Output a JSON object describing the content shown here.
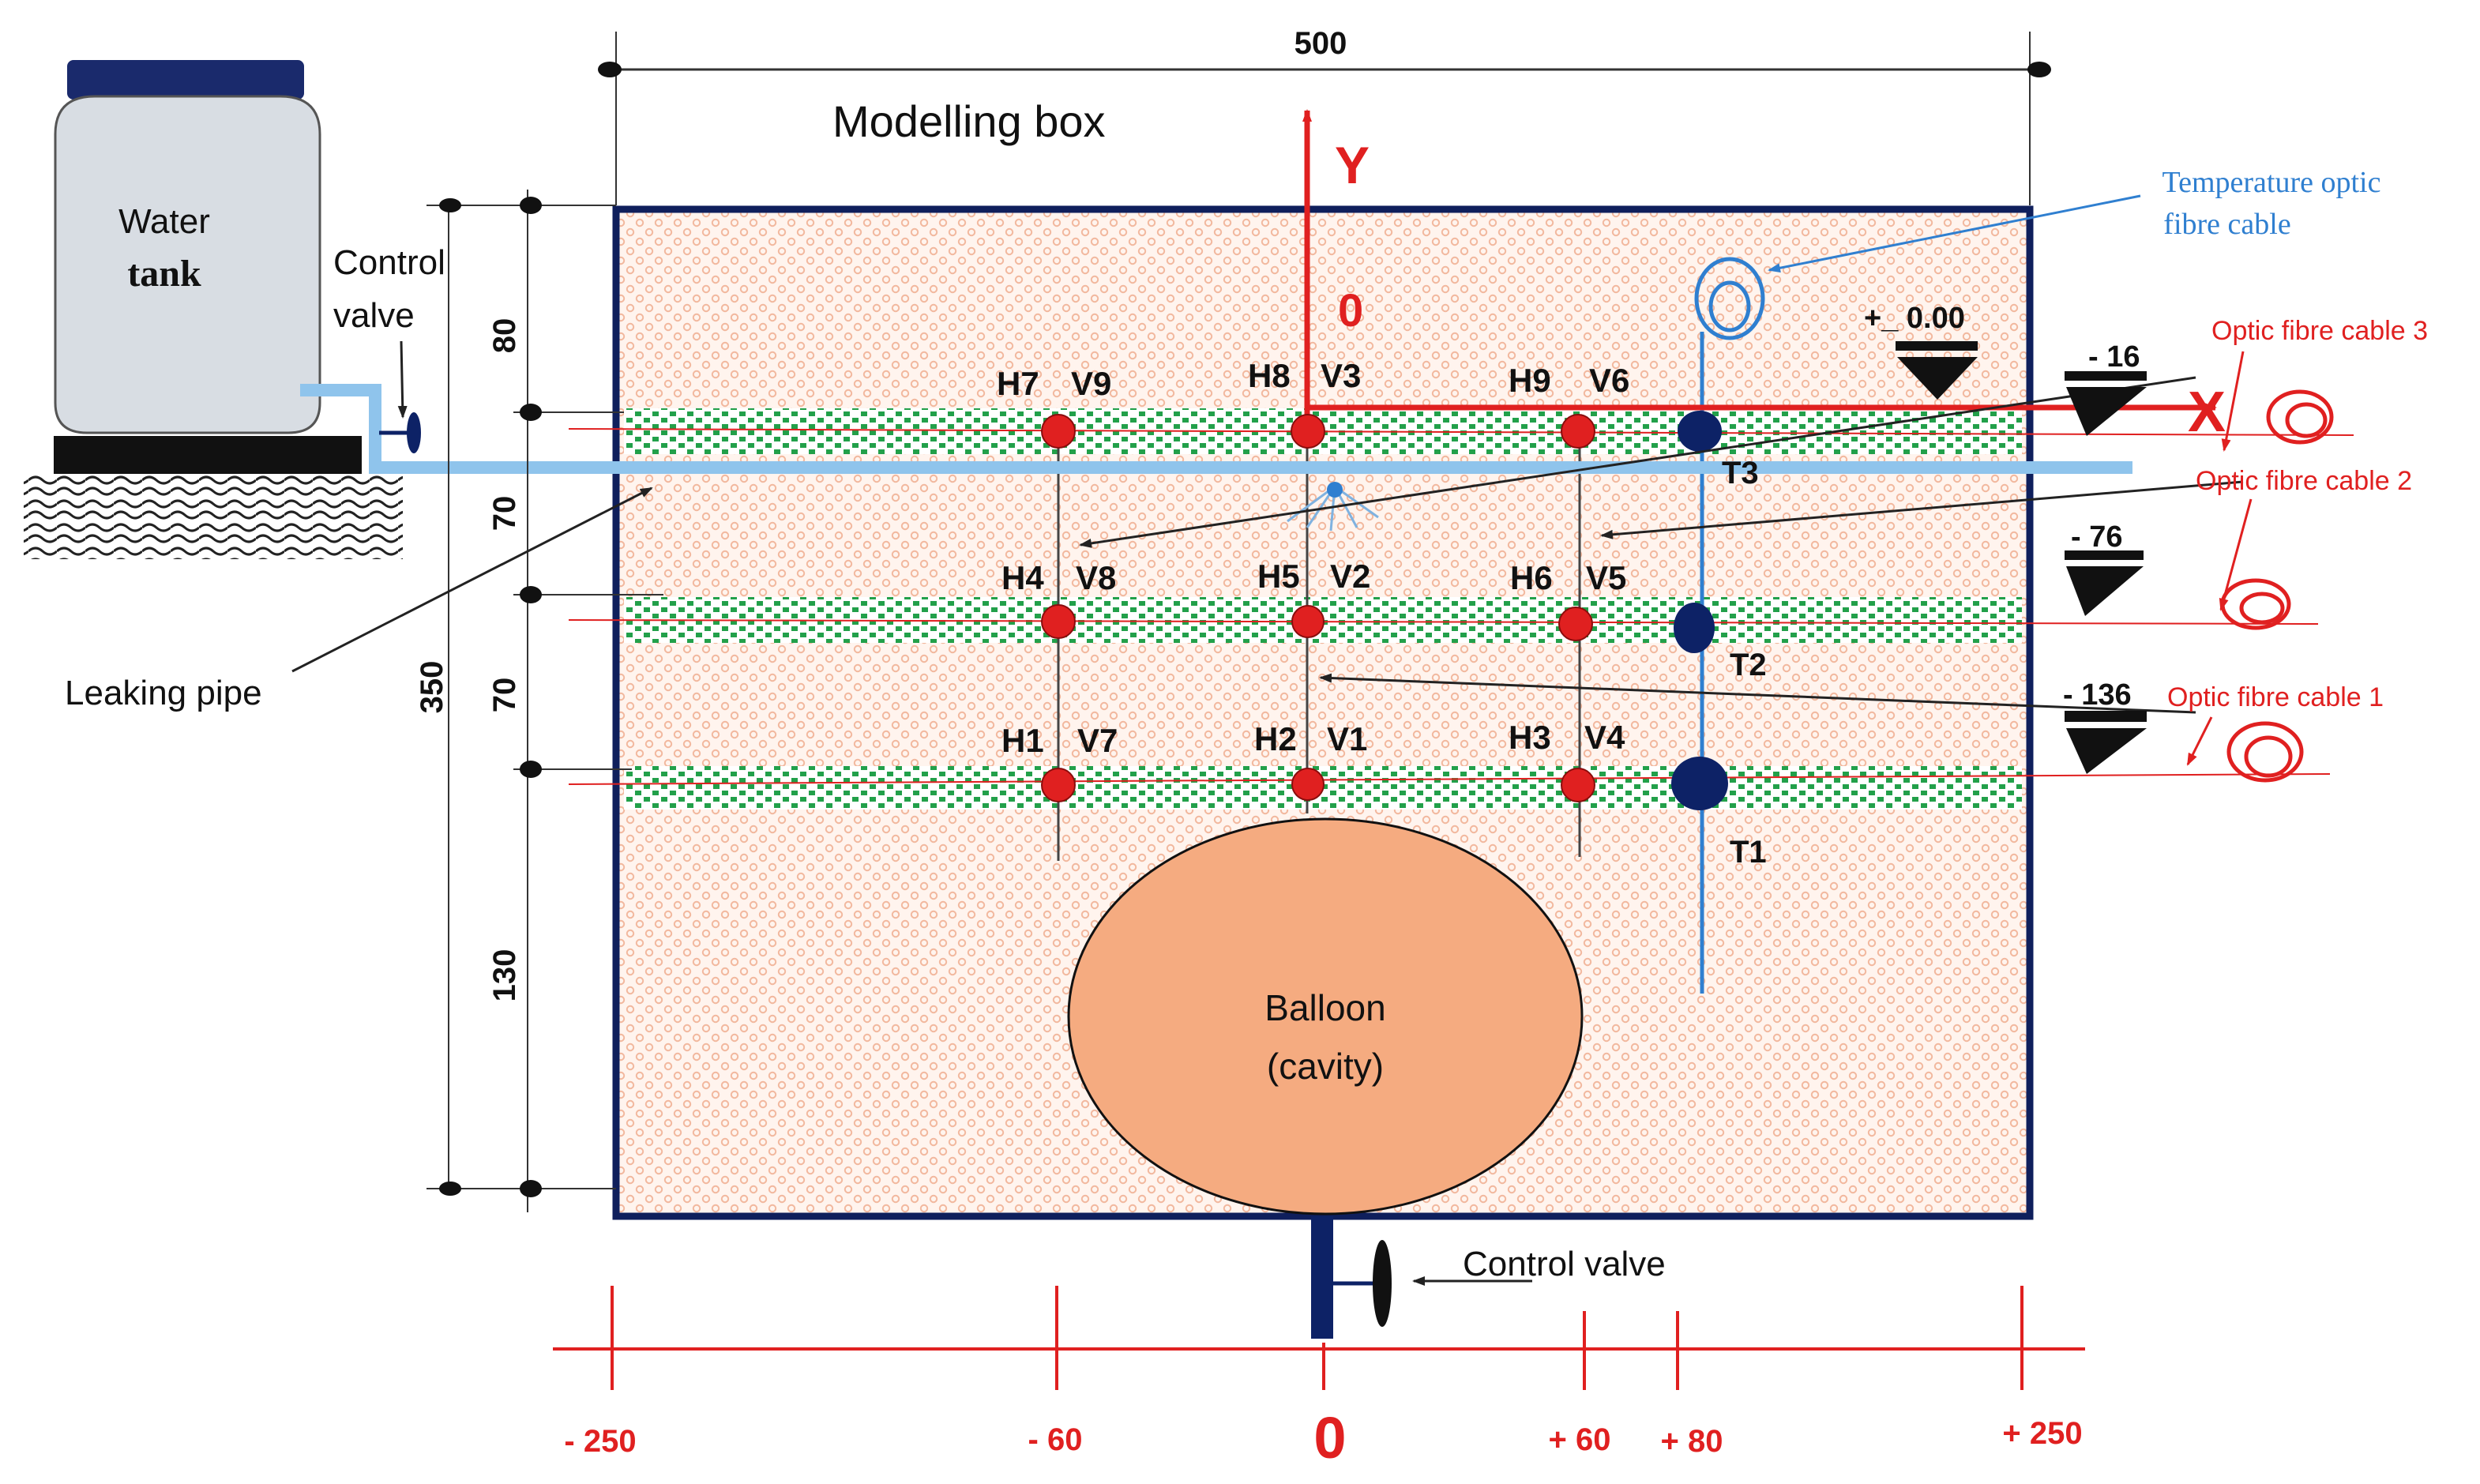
{
  "title": "Modelling box",
  "dimension_width": "500",
  "tank": {
    "line1": "Water",
    "line2": "tank"
  },
  "control_valve_top": {
    "line1": "Control",
    "line2": "valve"
  },
  "control_valve_bottom": "Control valve",
  "leaking_pipe": "Leaking pipe",
  "balloon": {
    "line1": "Balloon",
    "line2": "(cavity)"
  },
  "axes": {
    "y": "Y",
    "x": "X",
    "origin": "0"
  },
  "temp_cable": {
    "line1": "Temperature optic",
    "line2": "fibre cable"
  },
  "optic_cables": [
    "Optic fibre cable 3",
    "Optic fibre cable 2",
    "Optic fibre cable 1"
  ],
  "levels": [
    "+_ 0.00",
    "- 16",
    "- 76",
    "- 136"
  ],
  "vertical_dims": {
    "total": "350",
    "segments": [
      "80",
      "70",
      "70",
      "130"
    ]
  },
  "sensor_labels": {
    "row_top": [
      "H7",
      "V9",
      "H8",
      "V3",
      "H9",
      "V6"
    ],
    "row_mid": [
      "H4",
      "V8",
      "H5",
      "V2",
      "H6",
      "V5"
    ],
    "row_bot": [
      "H1",
      "V7",
      "H2",
      "V1",
      "H3",
      "V4"
    ]
  },
  "temp_sensors": [
    "T3",
    "T2",
    "T1"
  ],
  "x_ticks": [
    "- 250",
    "- 60",
    "0",
    "+ 60",
    "+ 80",
    "+ 250"
  ],
  "colors": {
    "box_border": "#0f1f5c",
    "red": "#e02020",
    "pipe": "#8fc4ec",
    "temp_blue": "#2f7fd0",
    "cable_green": "#22a04a",
    "balloon": "#f5ab80",
    "soil": "#f6c8b0",
    "sensor_navy": "#0d2266"
  }
}
